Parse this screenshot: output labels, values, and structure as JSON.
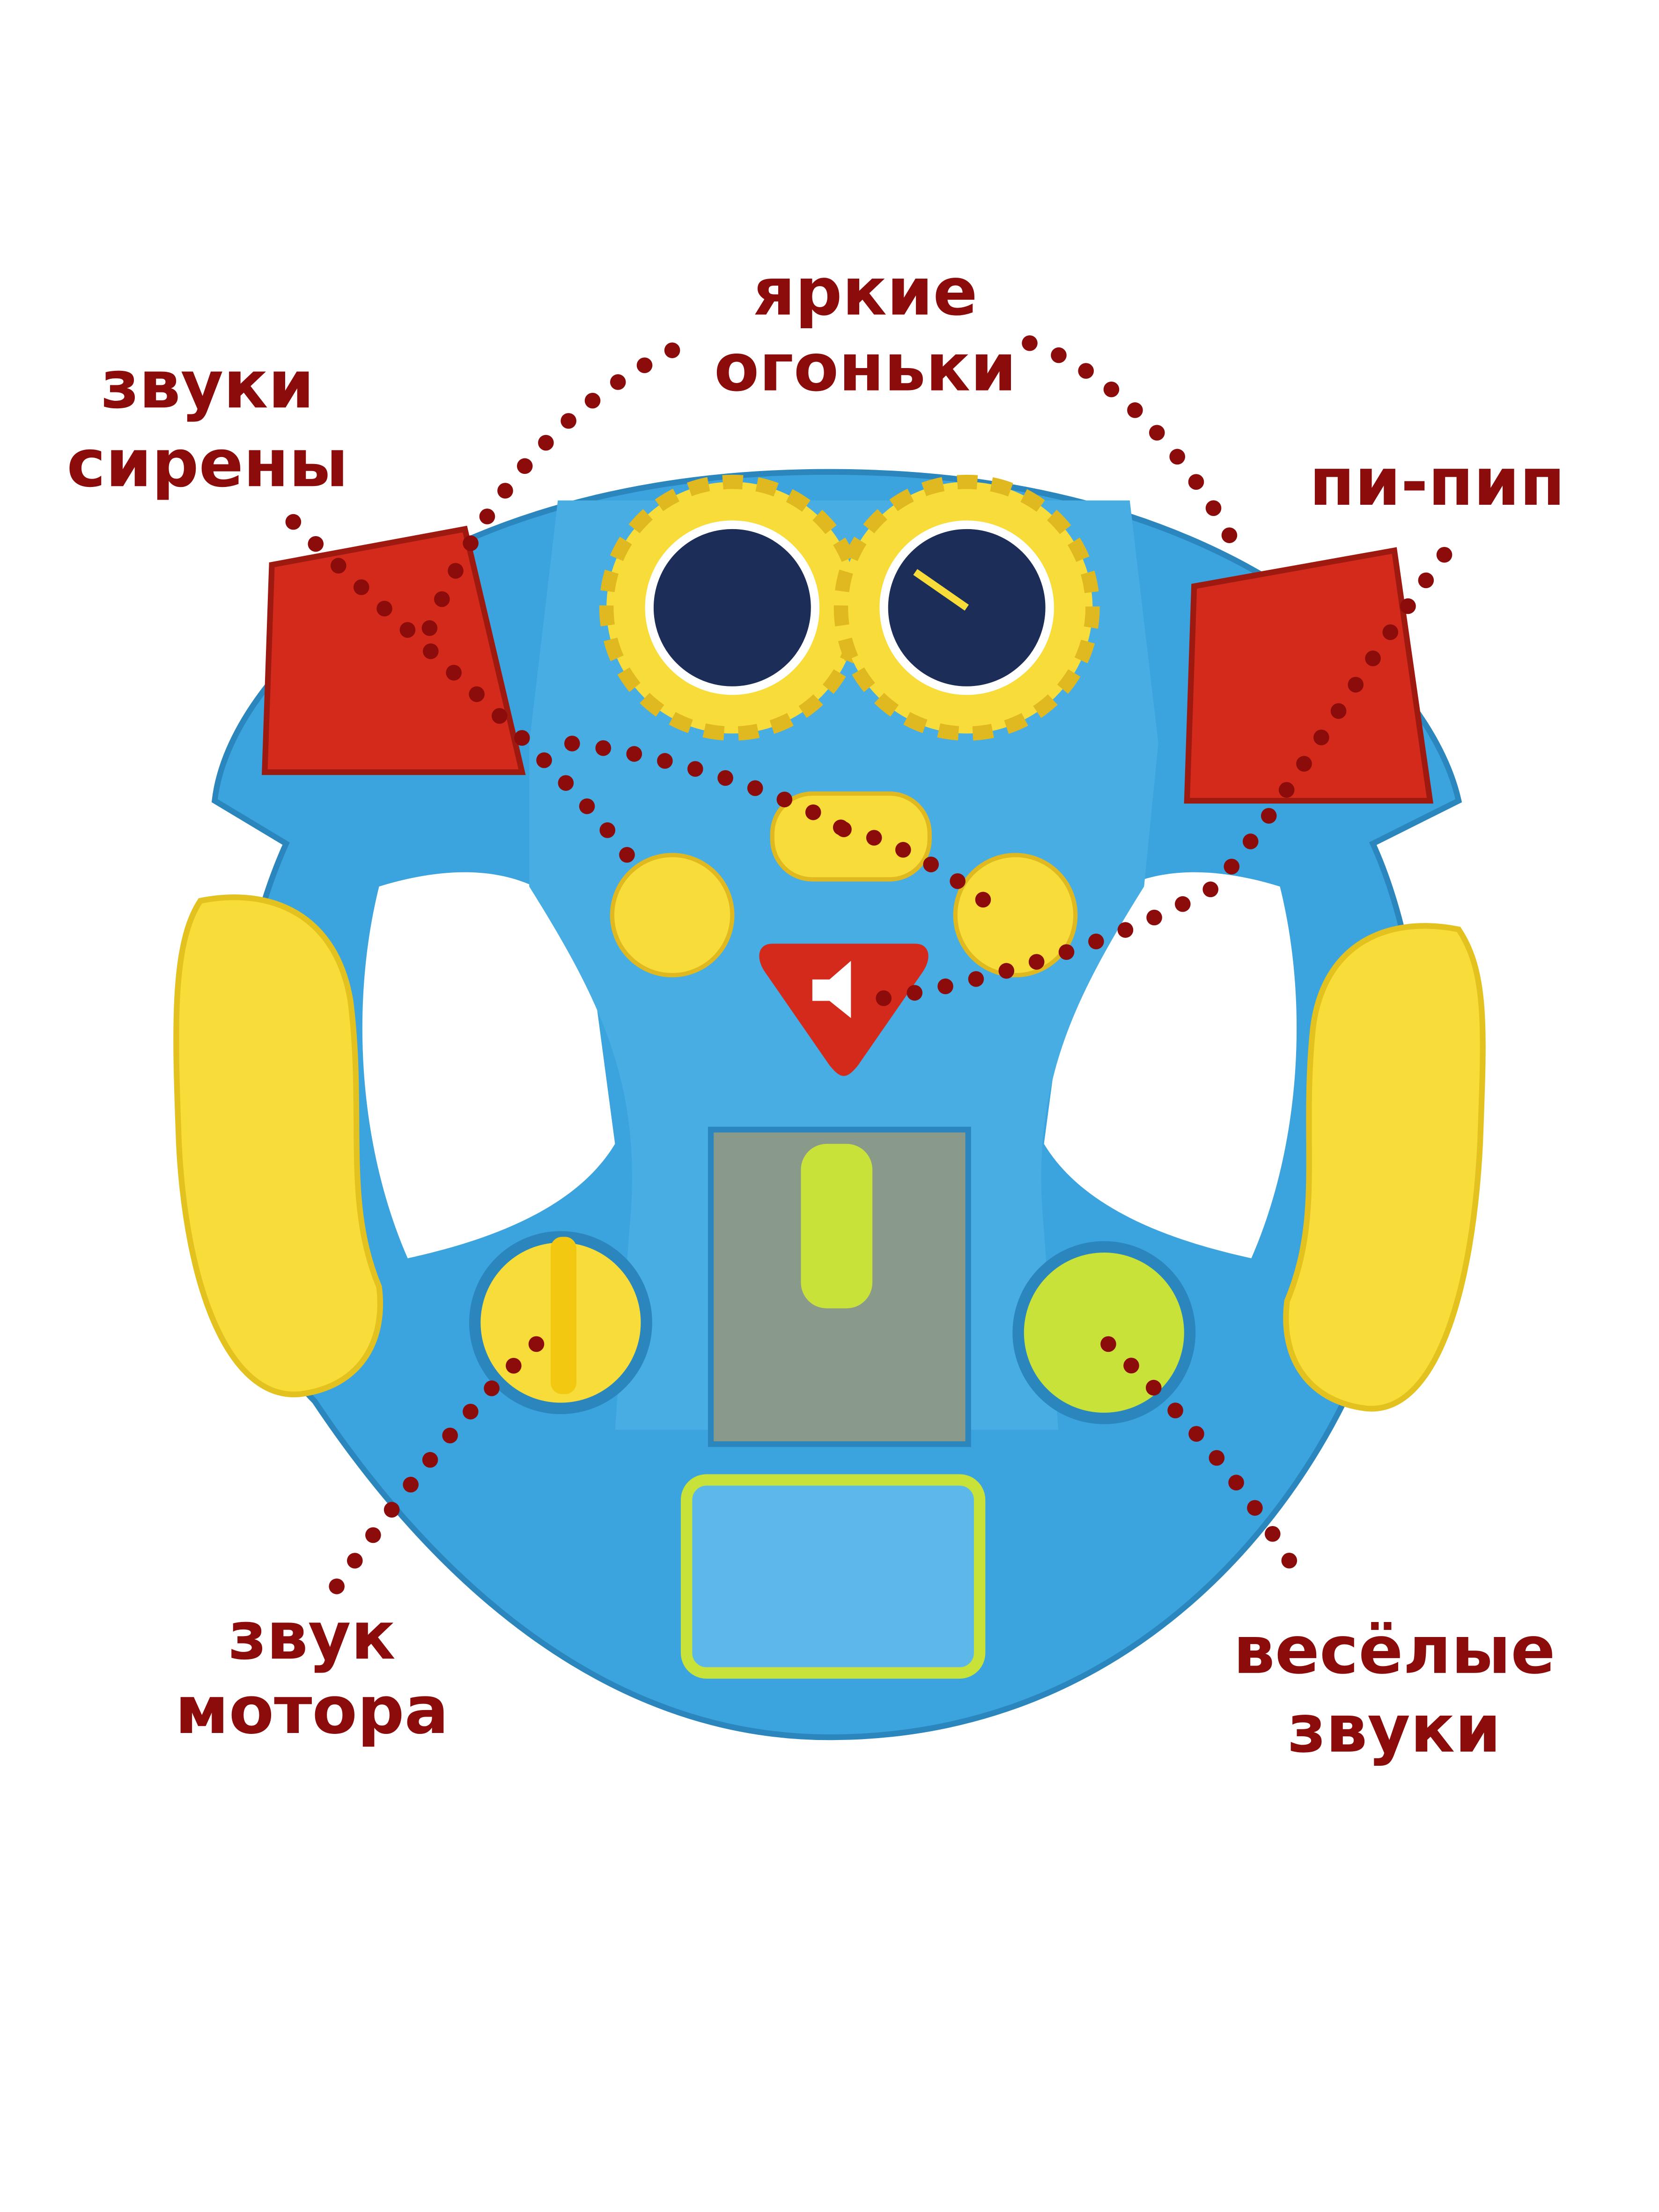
{
  "labels": {
    "siren": [
      "звуки",
      "сирены"
    ],
    "lights": [
      "яркие",
      "огоньки"
    ],
    "beep": [
      "пи-пип"
    ],
    "motor": [
      "звук",
      "мотора"
    ],
    "fun": [
      "весёлые",
      "звуки"
    ]
  },
  "colors": {
    "label": "#8c0b0b",
    "body": "#3ba3dd",
    "grip": "#f7dc3a",
    "light": "#d42a1c"
  }
}
